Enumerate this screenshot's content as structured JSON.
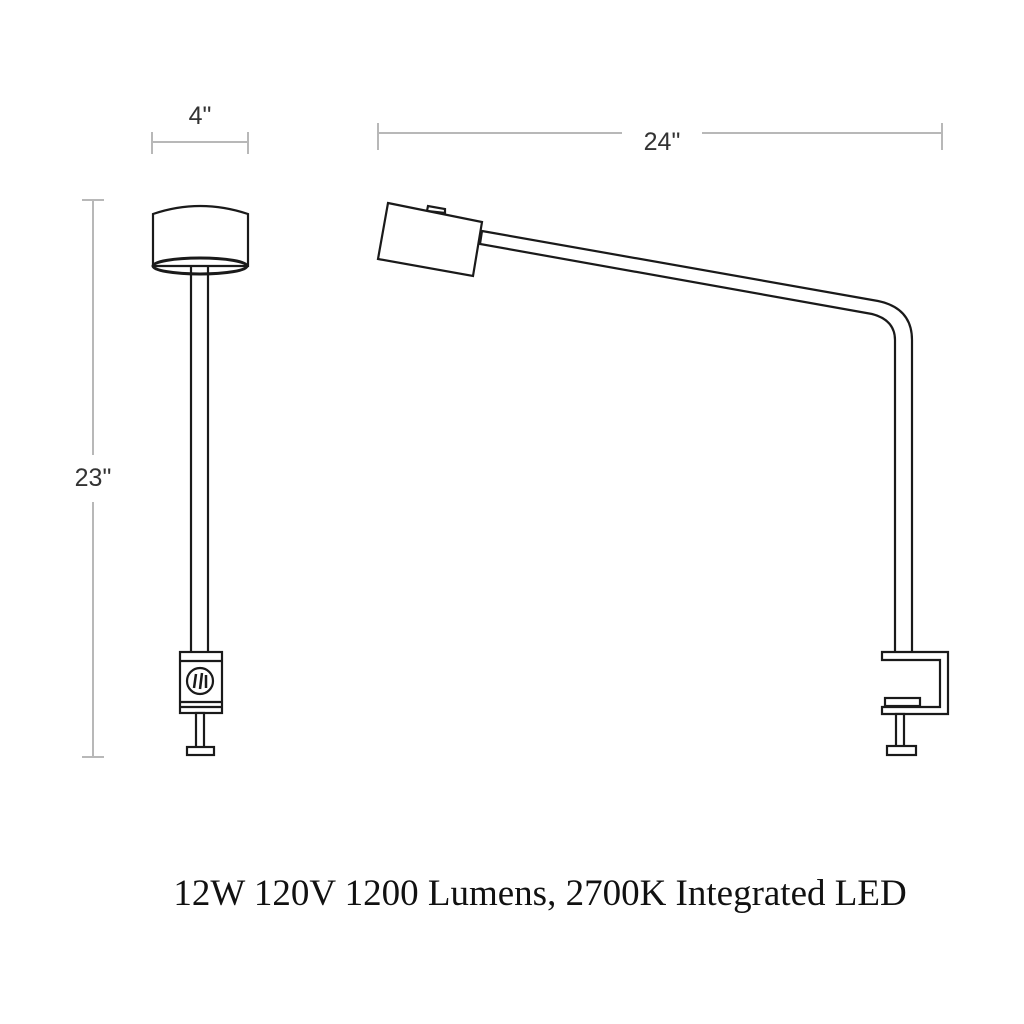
{
  "dimensions": {
    "width_front": "4\"",
    "width_side": "24\"",
    "height": "23\""
  },
  "caption": "12W 120V 1200 Lumens, 2700K Integrated LED"
}
